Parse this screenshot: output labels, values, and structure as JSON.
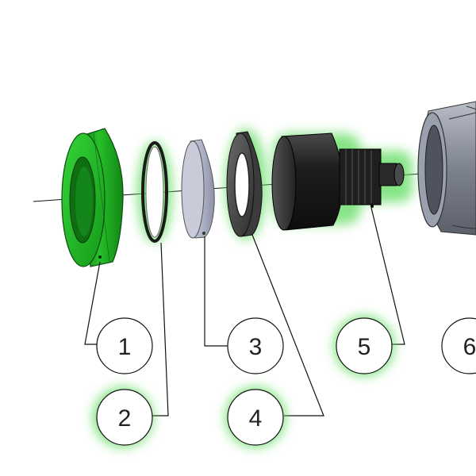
{
  "callouts": {
    "c1": "1",
    "c2": "2",
    "c3": "3",
    "c4": "4",
    "c5": "5",
    "c6": "6"
  },
  "colors": {
    "highlight": "#2fbf2f",
    "part_green": "#1fa11f",
    "glow": "#6fe06f",
    "ring_grey": "#b7bccd",
    "dark_part": "#2a2a2a"
  }
}
